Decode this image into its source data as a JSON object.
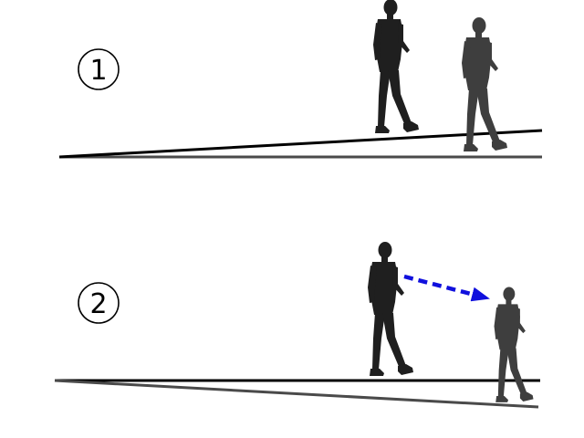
{
  "panels": [
    {
      "number": "1",
      "step_marker": "circled-number",
      "slope": "uphill",
      "people": [
        "front-walker-on-slope",
        "rear-walker-on-flat"
      ],
      "arrow": false
    },
    {
      "number": "2",
      "step_marker": "circled-number",
      "slope": "downhill",
      "people": [
        "front-walker-on-flat",
        "rear-walker-on-slope"
      ],
      "arrow": true
    }
  ],
  "colors": {
    "front_walker": "#1f1f1f",
    "rear_walker": "#3e3e3e",
    "slope_line": "#000000",
    "flat_line": "#4a4a4a",
    "arrow": "#1010dd",
    "circle": "#000000"
  },
  "icons": {
    "person": "walking-person-icon",
    "arrow": "dashed-arrow-icon"
  }
}
